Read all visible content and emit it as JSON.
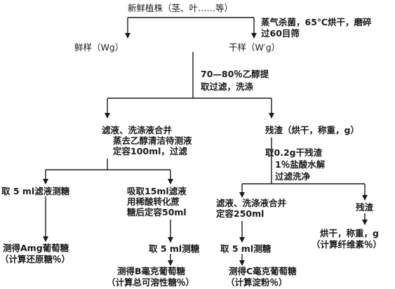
{
  "nodes": {
    "plant": "新鲜植株（茎、叶……等）",
    "fresh": "鲜样（Wg）",
    "dry": "干样（W′g）",
    "steam_1": "蒸气杀菌，65℃烘干，磨碎",
    "steam_2": "过60目筛",
    "ethanol_1": "70—80％乙醇提",
    "ethanol_2": "取过滤，洗涤",
    "filtrate_1": "滤液、洗涤液合并",
    "filtrate_2": "蒸去乙醇清洁待测液",
    "filtrate_3": "定容100ml，过滤",
    "residue": "残渣（烘干，称重，g）",
    "take5_left": "取 5 ml滤液测糖",
    "result_a_1": "测得Amg葡萄糖",
    "result_a_2": "（计算还原糖％）",
    "absorb_1": "吸取15ml滤液",
    "absorb_2": "用稀酸转化蔗",
    "absorb_3": "糖后定容50ml",
    "take5_mid": "取 5 ml测糖",
    "result_b_1": "测得B毫克葡萄糖",
    "result_b_2": "（计算总可溶性糖％）",
    "hcl_1": "取0.2g干残渣",
    "hcl_2": "1％盐酸水解",
    "hcl_3": "过滤洗净",
    "filtrate2_1": "滤液、洗涤液合并",
    "filtrate2_2": "定容250ml",
    "residue2": "残渣",
    "take5_right": "取 5 ml测糖",
    "result_c_1": "测得C毫克葡萄糖",
    "result_c_2": "（计算淀粉％）",
    "fiber_1": "烘干，称重，g",
    "fiber_2": "（计算纤维素％）"
  }
}
